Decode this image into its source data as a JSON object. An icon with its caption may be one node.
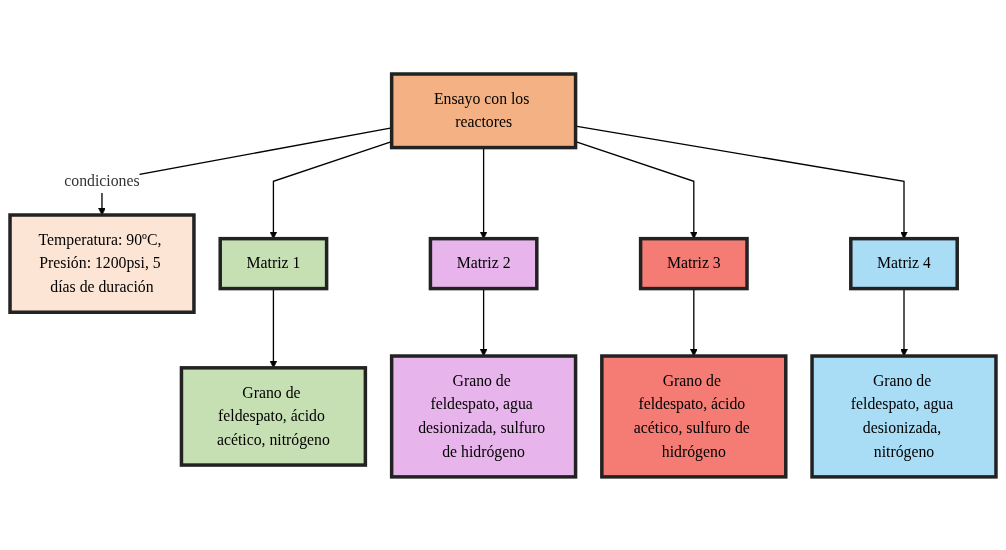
{
  "diagram": {
    "nodes": [
      {
        "text": [
          "Ensayo con los reactores"
        ]
      },
      {
        "text": [
          "Temperatura: 90ºC, Presión: 1200psi, 5 días de duración"
        ]
      },
      {
        "text": [
          "Matriz 1"
        ]
      },
      {
        "text": [
          "Matriz 2"
        ]
      },
      {
        "text": [
          "Matriz 3"
        ]
      },
      {
        "text": [
          "Matriz 4"
        ]
      },
      {
        "text": [
          "Grano de feldespato, ácido acético, nitrógeno"
        ]
      },
      {
        "text": [
          "Grano de feldespato, agua desionizada, sulfuro de hidrógeno"
        ]
      },
      {
        "text": [
          "Grano de feldespato, ácido acético, sulfuro de hidrógeno"
        ]
      },
      {
        "text": [
          "Grano de feldespato, agua desionizada, nitrógeno"
        ]
      }
    ],
    "edges": [
      {
        "from": 0,
        "to": 1,
        "arrow": "to",
        "label": "condiciones"
      },
      {
        "from": 0,
        "to": 2,
        "arrow": "to"
      },
      {
        "from": 0,
        "to": 3,
        "arrow": "to"
      },
      {
        "from": 0,
        "to": 4,
        "arrow": "to"
      },
      {
        "from": 0,
        "to": 5,
        "arrow": "to"
      },
      {
        "from": 2,
        "to": 6,
        "arrow": "to"
      },
      {
        "from": 3,
        "to": 7,
        "arrow": "to"
      },
      {
        "from": 4,
        "to": 8,
        "arrow": "to"
      },
      {
        "from": 5,
        "to": 9,
        "arrow": "to"
      }
    ]
  }
}
